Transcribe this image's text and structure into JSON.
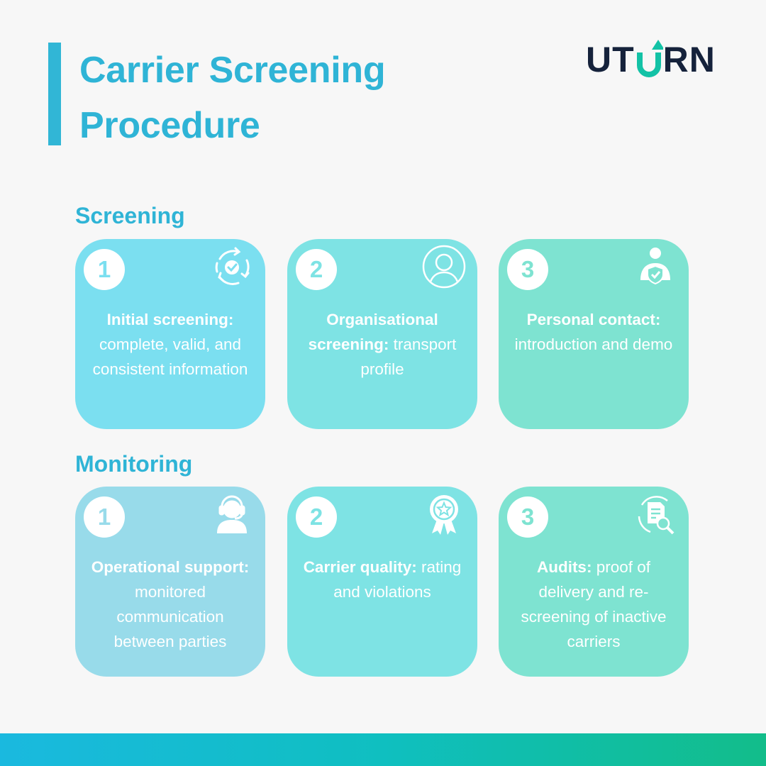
{
  "title": {
    "line1": "Carrier Screening",
    "line2": "Procedure"
  },
  "logo": {
    "text_left": "UT",
    "text_right": "RN",
    "arrow_letter": "U"
  },
  "colors": {
    "accent": "#2fb4d6",
    "logo_dark": "#15223b",
    "logo_arrow": "#13c2a6",
    "card_blue": "#7bdff0",
    "card_cyan": "#7ee3e4",
    "card_green": "#7ee3d1",
    "card_muted": "#98dbea"
  },
  "sections": [
    {
      "label": "Screening",
      "cards": [
        {
          "number": "1",
          "icon": "refresh-check-icon",
          "bold": "Initial screening:",
          "text": "complete, valid, and consistent information"
        },
        {
          "number": "2",
          "icon": "user-profile-icon",
          "bold": "Organisational screening:",
          "text": "transport profile"
        },
        {
          "number": "3",
          "icon": "person-shield-icon",
          "bold": "Personal contact:",
          "text": "introduction and demo"
        }
      ]
    },
    {
      "label": "Monitoring",
      "cards": [
        {
          "number": "1",
          "icon": "headset-agent-icon",
          "bold": "Operational support:",
          "text": "monitored communication between parties"
        },
        {
          "number": "2",
          "icon": "award-badge-icon",
          "bold": "Carrier quality:",
          "text": "rating and violations"
        },
        {
          "number": "3",
          "icon": "document-search-icon",
          "bold": "Audits:",
          "text": "proof of delivery and re-screening of inactive carriers"
        }
      ]
    }
  ]
}
